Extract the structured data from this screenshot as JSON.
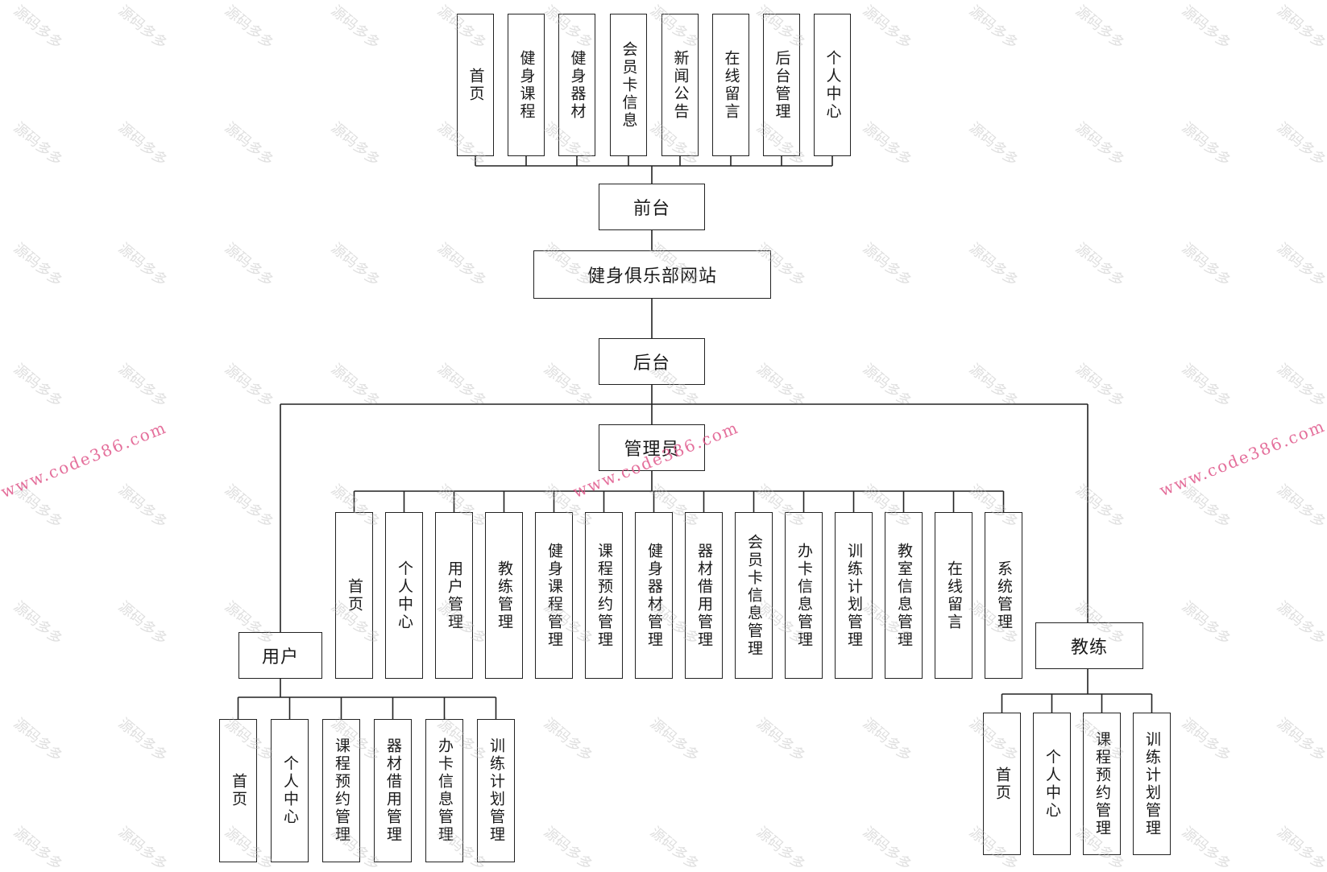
{
  "diagram": {
    "root": "健身俱乐部网站",
    "frontend": {
      "label": "前台",
      "items": [
        "首页",
        "健身课程",
        "健身器材",
        "会员卡信息",
        "新闻公告",
        "在线留言",
        "后台管理",
        "个人中心"
      ]
    },
    "backend": {
      "label": "后台",
      "admin": {
        "label": "管理员",
        "items": [
          "首页",
          "个人中心",
          "用户管理",
          "教练管理",
          "健身课程管理",
          "课程预约管理",
          "健身器材管理",
          "器材借用管理",
          "会员卡信息管理",
          "办卡信息管理",
          "训练计划管理",
          "教室信息管理",
          "在线留言",
          "系统管理"
        ]
      },
      "user": {
        "label": "用户",
        "items": [
          "首页",
          "个人中心",
          "课程预约管理",
          "器材借用管理",
          "办卡信息管理",
          "训练计划管理"
        ]
      },
      "coach": {
        "label": "教练",
        "items": [
          "首页",
          "个人中心",
          "课程预约管理",
          "训练计划管理"
        ]
      }
    }
  },
  "watermark": {
    "text": "源码多多",
    "url": "www.code386.com"
  }
}
